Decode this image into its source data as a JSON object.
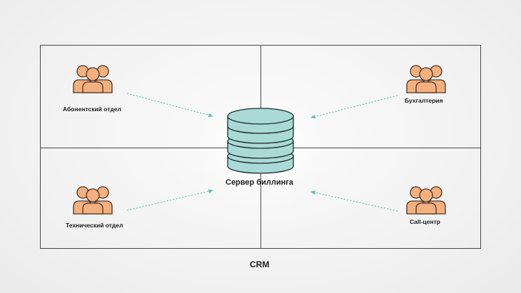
{
  "departments": [
    {
      "label": "Абонентский отдел",
      "icon": "people-group-icon"
    },
    {
      "label": "Бухгалтерия",
      "icon": "people-group-icon"
    },
    {
      "label": "Технический отдел",
      "icon": "people-group-icon"
    },
    {
      "label": "Call-центр",
      "icon": "people-group-icon"
    }
  ],
  "server": {
    "label": "Сервер биллинга",
    "icon": "database-icon"
  },
  "crm_label": "CRM",
  "colors": {
    "people_fill": "#f4b07f",
    "people_stroke": "#4a3424",
    "database_fill": "#a9dad8",
    "database_stroke": "#1d2b2b",
    "arrow": "#6cbfb2",
    "frame": "#4a4a4a"
  }
}
